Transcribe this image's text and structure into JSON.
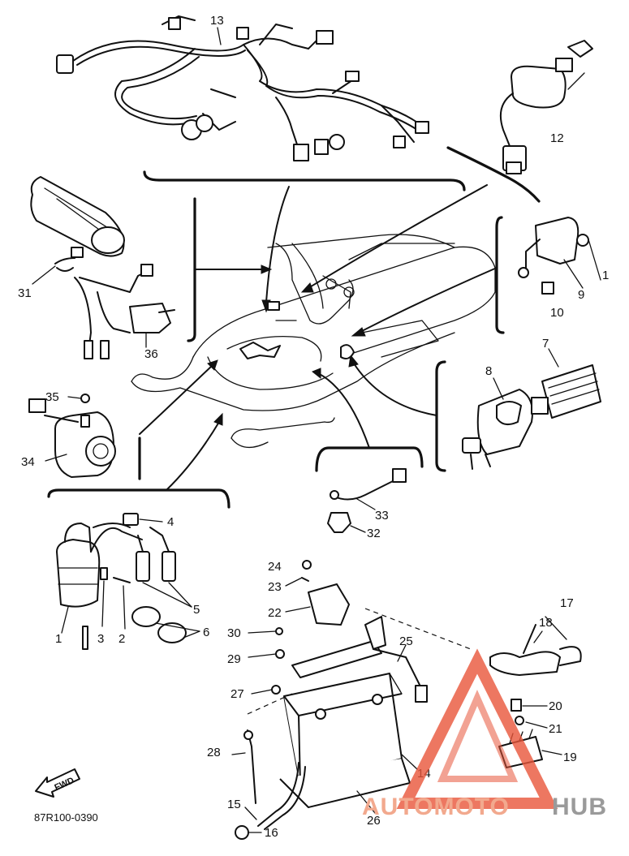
{
  "diagram_code": "87R100-0390",
  "forward_label": "FWD",
  "watermark": {
    "part1": "AUTOMOTO",
    "part2": "HUB",
    "color": "#e8553a"
  },
  "callouts": [
    "1",
    "2",
    "3",
    "4",
    "5",
    "6",
    "7",
    "8",
    "9",
    "10",
    "1",
    "12",
    "13",
    "14",
    "15",
    "16",
    "17",
    "18",
    "19",
    "20",
    "21",
    "22",
    "23",
    "24",
    "25",
    "26",
    "27",
    "28",
    "29",
    "30",
    "31",
    "32",
    "33",
    "34",
    "35",
    "36"
  ]
}
